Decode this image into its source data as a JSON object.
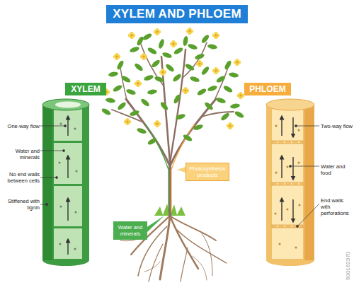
{
  "diagram": {
    "title": "XYLEM AND PHLOEM",
    "nodes": [
      {
        "text": [
          "XYLEM"
        ]
      },
      {
        "text": [
          "PHLOEM"
        ]
      },
      {
        "text": [
          "Photosynthesis products"
        ]
      },
      {
        "text": [
          "Water and minerals"
        ]
      }
    ],
    "labels": [
      "One-way flow",
      "Water and minerals",
      "No end walls between cells",
      "Stiffened with lignin",
      "Two-way flow",
      "Water and food",
      "End walls with perforations",
      "500162370"
    ]
  }
}
